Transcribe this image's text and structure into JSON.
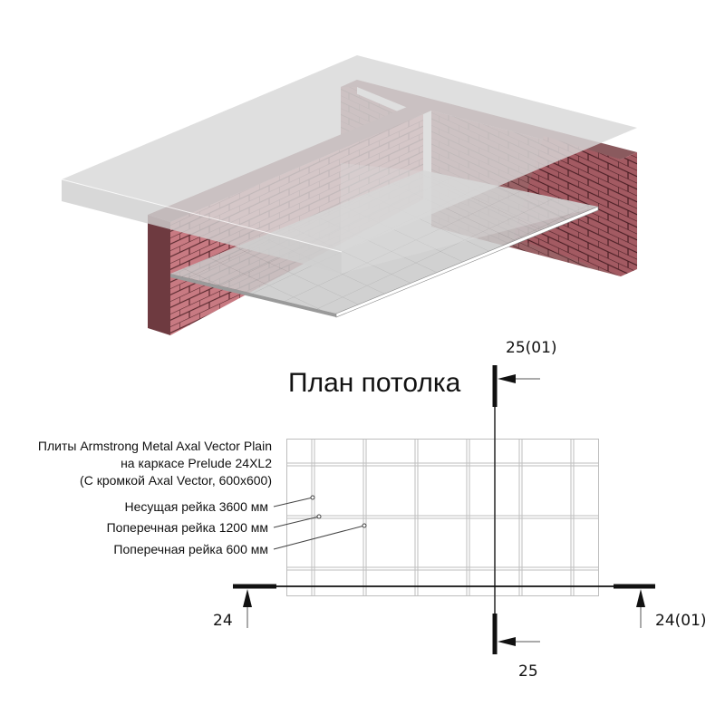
{
  "title": "План потолка",
  "product_note": {
    "line1": "Плиты Armstrong Metal Axal Vector Plain",
    "line2": "на каркасе Prelude 24XL2",
    "line3": "(С кромкой Axal Vector, 600x600)"
  },
  "callouts": [
    {
      "label": "Несущая рейка 3600 мм"
    },
    {
      "label": "Поперечная рейка 1200 мм"
    },
    {
      "label": "Поперечная рейка 600 мм"
    }
  ],
  "section_marks": {
    "vertical_top": "25(01)",
    "vertical_bottom": "25",
    "horizontal_left": "24",
    "horizontal_right": "24(01)"
  },
  "colors": {
    "brick_face": "#c87a82",
    "brick_dark": "#6e3a40",
    "brick_top": "#8a5a5e",
    "slab": "#d8d8d8",
    "grid_line": "#bdbdbd",
    "section_line": "#111111"
  },
  "grid": {
    "cell_size_mm": 600,
    "columns": 6,
    "rows": 3
  }
}
